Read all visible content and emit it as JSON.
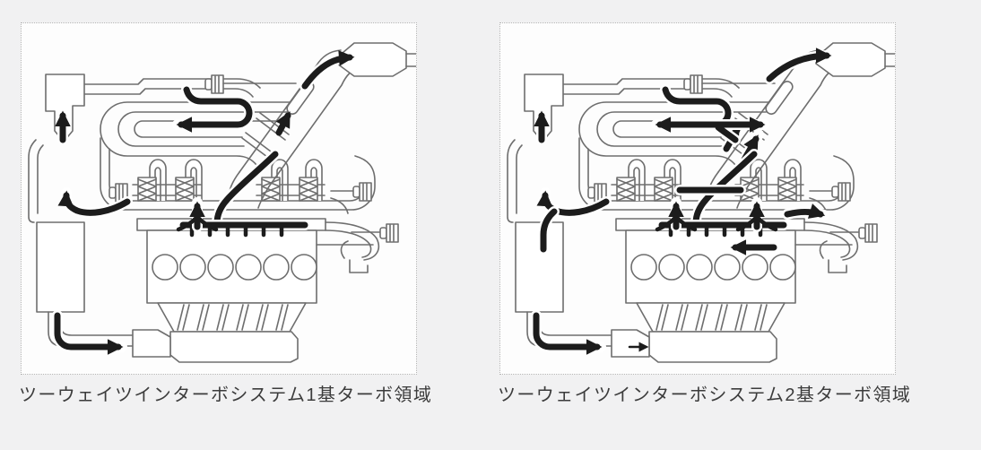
{
  "page": {
    "background_color": "#f1f1f2"
  },
  "colors": {
    "diagram_line": "#6e6e6e",
    "flow_arrow": "#1c1c1c",
    "panel_background": "#fdfdfd",
    "panel_border_dots": "#b3b3b3",
    "caption_text": "#3c3c3c"
  },
  "figures": [
    {
      "caption": "ツーウェイツインターボシステム1基ターボ領域",
      "diagram": "engine-airflow-single-turbo-region"
    },
    {
      "caption": "ツーウェイツインターボシステム2基ターボ領域",
      "diagram": "engine-airflow-twin-turbo-region"
    }
  ]
}
